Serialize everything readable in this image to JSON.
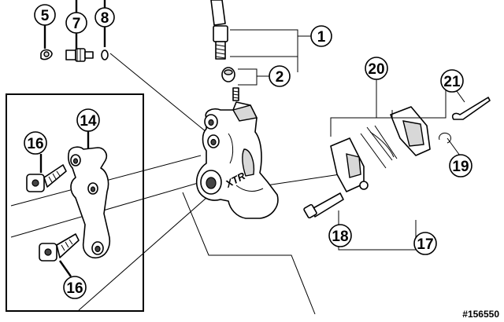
{
  "diagram": {
    "callouts": [
      {
        "id": "c5",
        "label": "5"
      },
      {
        "id": "c7",
        "label": "7"
      },
      {
        "id": "c8",
        "label": "8"
      },
      {
        "id": "c1",
        "label": "1"
      },
      {
        "id": "c2",
        "label": "2"
      },
      {
        "id": "c20",
        "label": "20"
      },
      {
        "id": "c21",
        "label": "21"
      },
      {
        "id": "c19",
        "label": "19"
      },
      {
        "id": "c14",
        "label": "14"
      },
      {
        "id": "c16a",
        "label": "16"
      },
      {
        "id": "c16b",
        "label": "16"
      },
      {
        "id": "c18",
        "label": "18"
      },
      {
        "id": "c17",
        "label": "17"
      }
    ],
    "caliper_logo": "XTR",
    "reference_code": "#156550"
  }
}
